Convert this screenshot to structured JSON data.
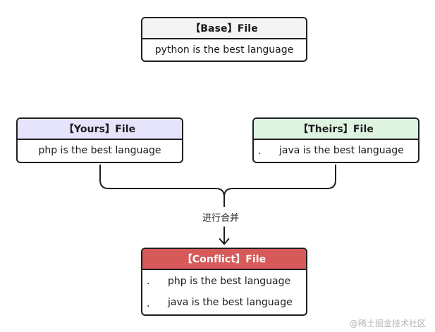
{
  "base": {
    "title": "【Base】File",
    "content": "python is the best language",
    "header_color": "#f4f4f4"
  },
  "yours": {
    "title": "【Yours】File",
    "content": "php is the best language",
    "header_color": "#e6e4fb"
  },
  "theirs": {
    "title": "【Theirs】File",
    "bullet": ".",
    "content": "java is the best language",
    "header_color": "#dff3e1"
  },
  "merge": {
    "label": "进行合并"
  },
  "conflict": {
    "title": "【Conflict】File",
    "header_color": "#d65a5a",
    "rows": [
      {
        "bullet": ".",
        "text": "php is the best language"
      },
      {
        "bullet": ".",
        "text": "java is the best language"
      }
    ]
  },
  "watermark": "@稀土掘金技术社区"
}
